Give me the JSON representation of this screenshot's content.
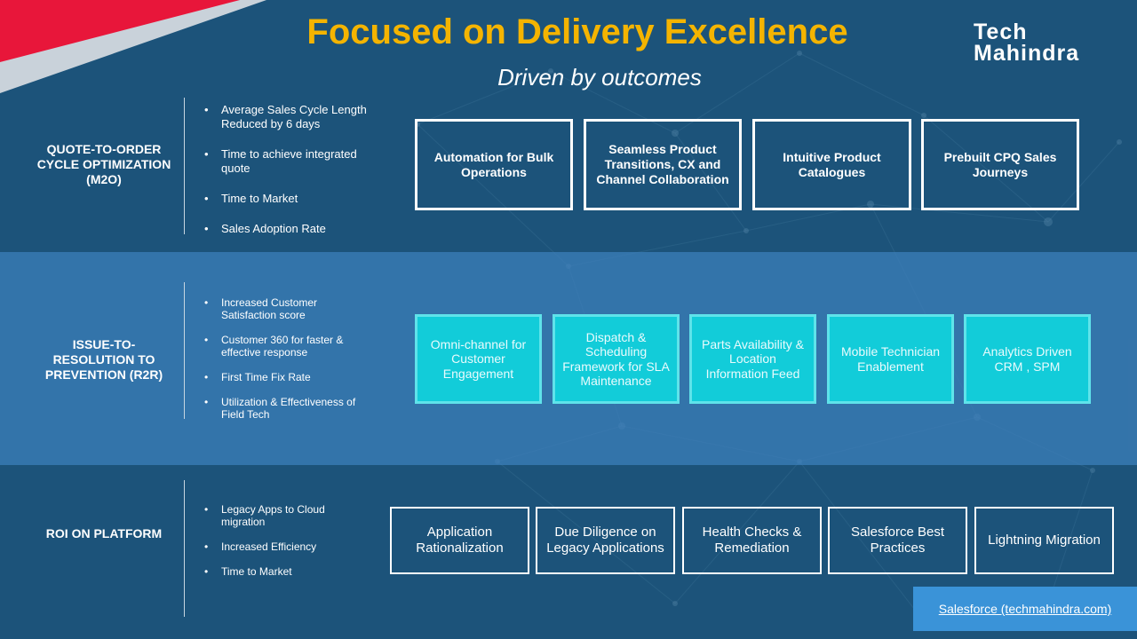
{
  "header": {
    "title": "Focused on Delivery Excellence",
    "subtitle": "Driven by outcomes",
    "logo_line1": "Tech",
    "logo_line2": "Mahindra"
  },
  "rows": [
    {
      "label": "QUOTE-TO-ORDER CYCLE OPTIMIZATION (M2O)",
      "metrics": [
        "Average  Sales Cycle Length Reduced  by 6 days",
        "Time to achieve  integrated quote",
        "Time to Market",
        "Sales Adoption Rate"
      ],
      "boxes": [
        "Automation  for Bulk Operations",
        "Seamless Product Transitions, CX and Channel Collaboration",
        "Intuitive Product Catalogues",
        "Prebuilt CPQ Sales Journeys"
      ]
    },
    {
      "label": "ISSUE-TO-RESOLUTION TO PREVENTION (R2R)",
      "metrics": [
        "Increased Customer Satisfaction score",
        "Customer 360 for faster & effective response",
        "First Time Fix Rate",
        "Utilization & Effectiveness of Field Tech"
      ],
      "boxes": [
        "Omni-channel for Customer Engagement",
        "Dispatch & Scheduling Framework for SLA Maintenance",
        "Parts Availability & Location Information Feed",
        "Mobile Technician Enablement",
        "Analytics Driven CRM , SPM"
      ]
    },
    {
      "label": "ROI ON PLATFORM",
      "metrics": [
        "Legacy Apps to Cloud migration",
        "Increased Efficiency",
        "Time to Market"
      ],
      "boxes": [
        "Application Rationalization",
        "Due Diligence on Legacy Applications",
        "Health Checks & Remediation",
        "Salesforce Best Practices",
        "Lightning Migration"
      ]
    }
  ],
  "footer": {
    "link_text": "Salesforce (techmahindra.com)"
  },
  "colors": {
    "title": "#f4b400",
    "accent_cyan": "#12ccd9",
    "link_bg": "#3a93d8",
    "corner_red": "#e8163a"
  }
}
